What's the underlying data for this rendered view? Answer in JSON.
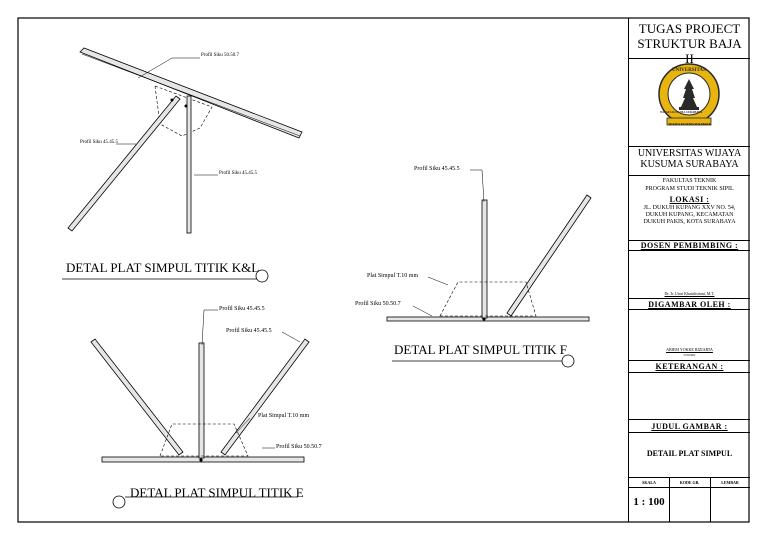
{
  "drawing": {
    "detail_kl": {
      "title": "DETAL PLAT SIMPUL TITIK K&L",
      "label_top": "Profil Siku 50.50.7",
      "label_left": "Profil Siku 45.45.5",
      "label_right": "Profil Siku 45.45.5"
    },
    "detail_f": {
      "title": "DETAL PLAT SIMPUL TITIK F",
      "label_vertical": "Profil Siku 45.45.5",
      "label_plate": "Plat Simpul T.10 mm",
      "label_bottom": "Profil Siku 50.50.7"
    },
    "detail_e": {
      "title": "DETAL PLAT SIMPUL TITIK E",
      "label_vertical": "Profil Siku 45.45.5",
      "label_diag": "Profil Siku 45.45.5",
      "label_plate": "Plat Simpul T.10 mm",
      "label_bottom": "Profil Siku 50.50.7"
    }
  },
  "title_block": {
    "project_title": "TUGAS PROJECT STRUKTUR BAJA II",
    "logo_ring_top": "UNIVERSITAS",
    "logo_ring_bottom": "WIJAYA KUSUMA SURABAYA",
    "logo_banner": "WIJAYA KUSUMA SURABAYA",
    "university": "UNIVERSITAS WIJAYA KUSUMA SURABAYA",
    "faculty": "FAKULTAS TEKNIK",
    "program": "PROGRAM STUDI TEKNIK SIPIL",
    "lokasi_label": "LOKASI :",
    "address": "JL. DUKUH KUPANG XXV NO. 54, DUKUH KUPANG, KECAMATAN DUKUH PAKIS, KOTA SURABAYA",
    "dosen_label": "DOSEN PEMBIMBING :",
    "dosen_name": "Dr. Ir. Utari Khatulistiani, M.T.",
    "digambar_label": "DIGAMBAR OLEH :",
    "drafter_name": "ABIEM YOKKE RIZIARTA",
    "drafter_id": "23110002",
    "keterangan_label": "KETERANGAN :",
    "judul_label": "JUDUL GAMBAR :",
    "judul_value": "DETAIL PLAT SIMPUL",
    "skala_label": "SKALA",
    "kode_label": "KODE GB.",
    "lembar_label": "LEMBAR",
    "skala_value": "1 : 100"
  },
  "colors": {
    "line": "#000000",
    "member_fill": "#dcdcdc",
    "logo_gold": "#e8b40f",
    "logo_ring": "#2a2a2a"
  }
}
